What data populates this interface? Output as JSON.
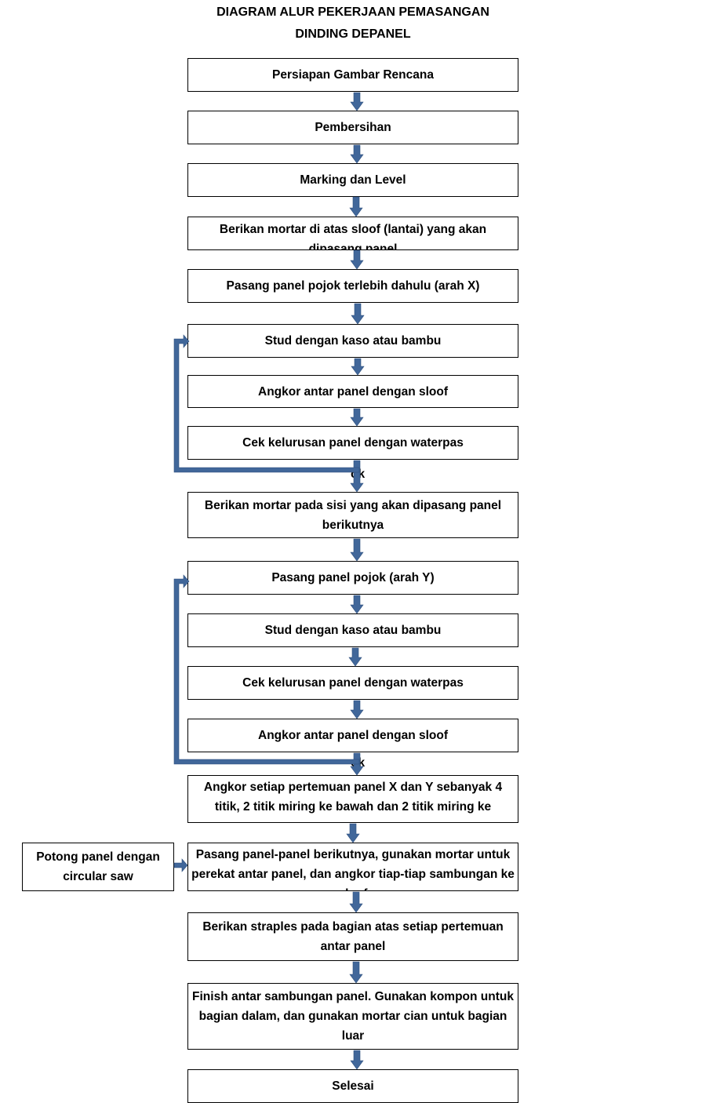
{
  "title": {
    "line1": "DIAGRAM ALUR PEKERJAAN PEMASANGAN",
    "line2": "DINDING DEPANEL"
  },
  "steps": {
    "s1": "Persiapan Gambar Rencana",
    "s2": "Pembersihan",
    "s3": "Marking dan Level",
    "s4": "Berikan mortar di atas sloof (lantai) yang akan dipasang panel",
    "s5": "Pasang panel pojok terlebih dahulu (arah X)",
    "s6": "Stud dengan kaso atau bambu",
    "s7": "Angkor antar panel dengan sloof",
    "s8": "Cek kelurusan panel dengan waterpas",
    "s9": "Berikan mortar pada sisi yang akan dipasang panel berikutnya",
    "s10": "Pasang panel pojok (arah Y)",
    "s11": "Stud dengan kaso atau bambu",
    "s12": "Cek kelurusan panel dengan waterpas",
    "s13": "Angkor antar panel dengan sloof",
    "s14": "Angkor setiap pertemuan panel X dan Y sebanyak 4 titik, 2 titik miring ke bawah dan 2 titik miring ke",
    "s15": "Pasang panel-panel berikutnya, gunakan mortar untuk perekat antar panel, dan angkor tiap-tiap sambungan ke sloof",
    "s16": "Berikan straples pada bagian atas setiap  pertemuan antar panel",
    "s17": "Finish antar sambungan panel. Gunakan kompon untuk bagian dalam, dan gunakan mortar cian untuk bagian luar",
    "s18": "Selesai"
  },
  "side": {
    "cut": "Potong panel dengan circular saw"
  },
  "check_labels": {
    "c1": "ok",
    "c2": "ok"
  },
  "colors": {
    "arrow": "#41679a",
    "border": "#000000"
  }
}
